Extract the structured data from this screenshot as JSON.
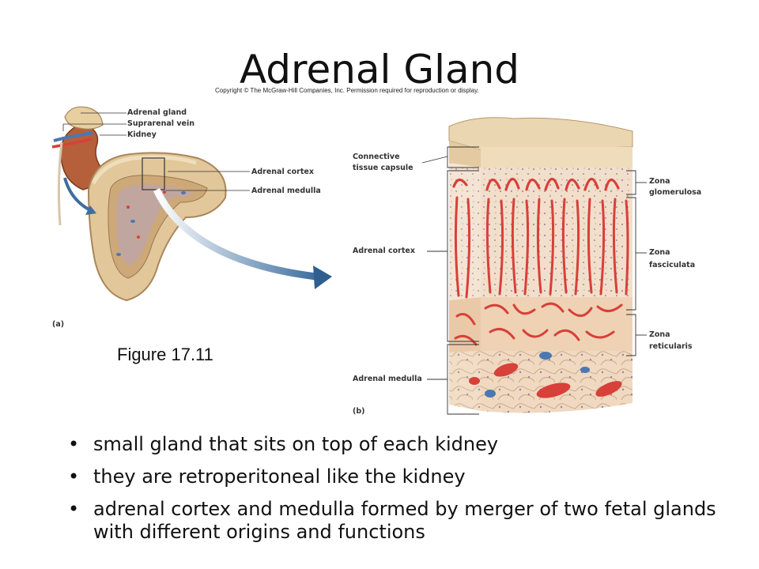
{
  "slide": {
    "title": "Adrenal Gland",
    "copyright": "Copyright © The McGraw-Hill Companies, Inc. Permission required for reproduction or display.",
    "figure_caption": "Figure 17.11"
  },
  "panel_a": {
    "panel_label": "(a)",
    "labels": {
      "adrenal_gland": "Adrenal gland",
      "suprarenal_vein": "Suprarenal vein",
      "kidney": "Kidney",
      "adrenal_cortex": "Adrenal cortex",
      "adrenal_medulla": "Adrenal medulla"
    }
  },
  "panel_b": {
    "panel_label": "(b)",
    "labels": {
      "capsule_line1": "Connective",
      "capsule_line2": "tissue capsule",
      "adrenal_cortex": "Adrenal cortex",
      "adrenal_medulla": "Adrenal medulla",
      "zg_line1": "Zona",
      "zg_line2": "glomerulosa",
      "zf_line1": "Zona",
      "zf_line2": "fasciculata",
      "zr_line1": "Zona",
      "zr_line2": "reticularis"
    }
  },
  "bullets": [
    "small gland that sits on top of each kidney",
    "they are retroperitoneal like the kidney",
    "adrenal cortex and medulla formed by merger of two fetal glands with different origins and functions"
  ],
  "colors": {
    "gland_tan": "#e2c79a",
    "gland_edge": "#a8865a",
    "cortex_texture": "#f1dcc2",
    "vessel_red": "#d8403a",
    "vein_blue": "#4a78b0",
    "arrow_blue": "#3e6e9e"
  }
}
